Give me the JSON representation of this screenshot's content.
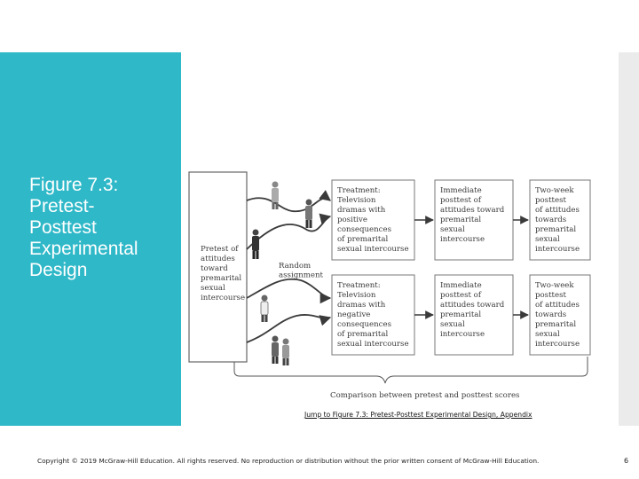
{
  "slide": {
    "title": "Figure 7.3: Pretest-\nPosttest\nExperimental\nDesign",
    "appendix_link": "Jump to Figure 7.3: Pretest-Posttest Experimental Design, Appendix",
    "copyright": "Copyright © 2019 McGraw-Hill Education. All rights reserved. No reproduction or distribution without the prior written consent of McGraw-Hill Education.",
    "page_number": "6",
    "accent_color": "#2fb8c8"
  },
  "diagram": {
    "pretest_lines": [
      "Pretest of",
      "attitudes",
      "toward",
      "premarital",
      "sexual",
      "intercourse"
    ],
    "random_lines": [
      "Random",
      "assignment"
    ],
    "rows": [
      {
        "treatment_lines": [
          "Treatment:",
          "Television",
          "dramas with",
          "positive",
          "consequences",
          "of premarital",
          "sexual intercourse"
        ],
        "immediate_lines": [
          "Immediate",
          "posttest of",
          "attitudes toward",
          "premarital",
          "sexual",
          "intercourse"
        ],
        "twoweek_lines": [
          "Two-week",
          "posttest",
          "of attitudes",
          "towards",
          "premarital",
          "sexual",
          "intercourse"
        ]
      },
      {
        "treatment_lines": [
          "Treatment:",
          "Television",
          "dramas with",
          "negative",
          "consequences",
          "of premarital",
          "sexual intercourse"
        ],
        "immediate_lines": [
          "Immediate",
          "posttest of",
          "attitudes toward",
          "premarital",
          "sexual",
          "intercourse"
        ],
        "twoweek_lines": [
          "Two-week",
          "posttest",
          "of attitudes",
          "towards",
          "premarital",
          "sexual",
          "intercourse"
        ]
      }
    ],
    "comparison": "Comparison between pretest and posttest scores",
    "icons": [
      "person-icon",
      "arrow-icon"
    ]
  }
}
